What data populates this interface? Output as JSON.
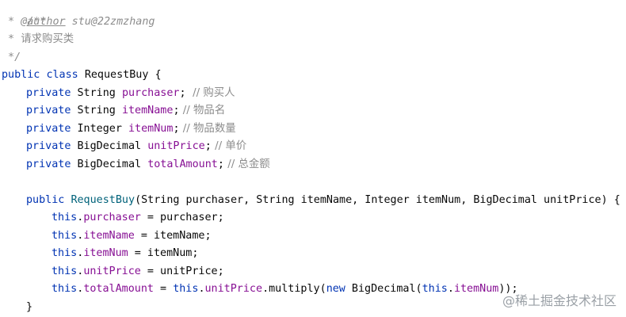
{
  "lines": {
    "l1": {
      "text": "/**"
    },
    "l2": {
      "star": " * ",
      "tag": "@author",
      "value": " stu@22zmzhang"
    },
    "l3": {
      "star": " * ",
      "text": "请求购买类"
    },
    "l4": {
      "text": " */"
    },
    "l5": {
      "kw1": "public",
      "kw2": "class",
      "name": "RequestBuy",
      "brace": " {"
    },
    "f1": {
      "mod": "private",
      "type": "String",
      "name": "purchaser",
      "semi": ";",
      "comment": "  // 购买人"
    },
    "f2": {
      "mod": "private",
      "type": "String",
      "name": "itemName",
      "semi": ";",
      "comment": " // 物品名"
    },
    "f3": {
      "mod": "private",
      "type": "Integer",
      "name": "itemNum",
      "semi": ";",
      "comment": " // 物品数量"
    },
    "f4": {
      "mod": "private",
      "type": "BigDecimal",
      "name": "unitPrice",
      "semi": ";",
      "comment": " // 单价"
    },
    "f5": {
      "mod": "private",
      "type": "BigDecimal",
      "name": "totalAmount",
      "semi": ";",
      "comment": " // 总金额"
    },
    "ctor": {
      "mod": "public",
      "name": "RequestBuy",
      "params": "(String purchaser, String itemName, Integer itemNum, BigDecimal unitPrice) {"
    },
    "a1": {
      "this": "this",
      "dot": ".",
      "field": "purchaser",
      "rest": " = purchaser;"
    },
    "a2": {
      "this": "this",
      "dot": ".",
      "field": "itemName",
      "rest": " = itemName;"
    },
    "a3": {
      "this": "this",
      "dot": ".",
      "field": "itemNum",
      "rest": " = itemNum;"
    },
    "a4": {
      "this": "this",
      "dot": ".",
      "field": "unitPrice",
      "rest": " = unitPrice;"
    },
    "a5": {
      "this1": "this",
      "dot1": ".",
      "field1": "totalAmount",
      "eq": " = ",
      "this2": "this",
      "dot2": ".",
      "field2": "unitPrice",
      "call": ".multiply(",
      "new": "new",
      "cls": " BigDecimal(",
      "this3": "this",
      "dot3": ".",
      "field3": "itemNum",
      "end": "));"
    },
    "close": {
      "text": "}"
    }
  },
  "watermark": "@稀土掘金技术社区",
  "colors": {
    "keyword": "#0033b3",
    "field": "#871094",
    "comment": "#8c8c8c",
    "method_decl": "#00627a",
    "text": "#080808"
  }
}
